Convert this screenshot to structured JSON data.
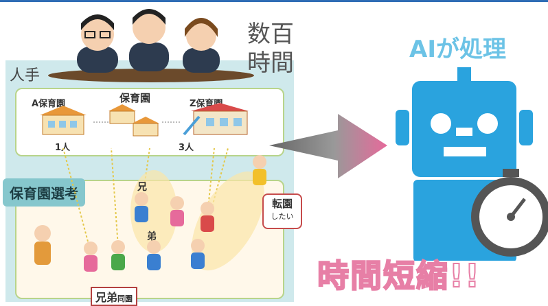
{
  "header": {
    "human_label": "人手",
    "hours_line1": "数百",
    "hours_line2": "時間"
  },
  "nurseries": {
    "a_label": "A保育園",
    "mid_label": "保育園",
    "z_label": "Z保育園",
    "a_count": "1人",
    "z_count": "3人"
  },
  "selection": {
    "tag": "保育園選考",
    "transfer_title": "転園",
    "transfer_sub": "したい",
    "brother_label": "兄",
    "younger_label": "弟",
    "siblings_label": "兄弟",
    "siblings_sub": "同園"
  },
  "ai": {
    "title": "AIが処理",
    "result": "時間短縮!!"
  },
  "colors": {
    "panel": "#cfe9ec",
    "robot": "#2aa3de",
    "arrow": "#e66a9b",
    "accent_pink": "#e77fa6"
  }
}
